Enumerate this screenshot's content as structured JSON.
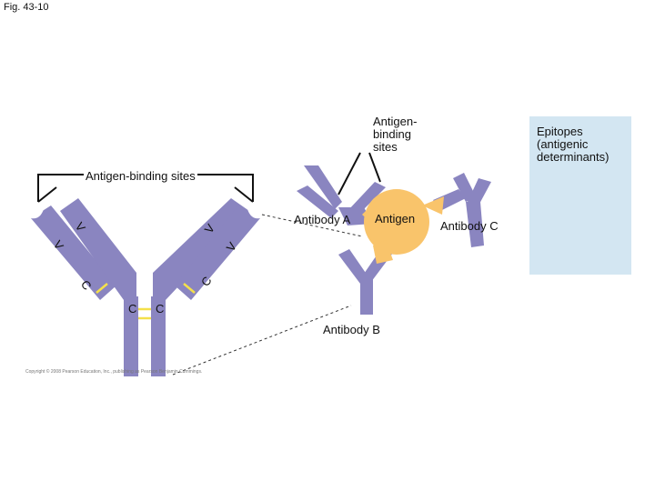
{
  "figure_label": "Fig. 43-10",
  "labels": {
    "antigen_binding_sites_top": "Antigen-\nbinding\nsites",
    "antigen_binding_sites_left": "Antigen-binding sites",
    "antibody_a": "Antibody A",
    "antigen": "Antigen",
    "antibody_b": "Antibody B",
    "antibody_c": "Antibody C",
    "variable_region": "V",
    "constant_region": "C"
  },
  "epitopes": {
    "title": "Epitopes (antigenic determinants)",
    "shapes": [
      "pentagon-epitope",
      "rounded-epitope",
      "notched-epitope"
    ]
  },
  "copyright": "Copyright © 2008 Pearson Education, Inc., publishing as Pearson Benjamin Cummings.",
  "colors": {
    "antibody": "#8a85c0",
    "antigen": "#f9c46b",
    "epitope": "#f9c46b",
    "panel": "#d3e6f2",
    "hinge": "#f4e04a"
  }
}
